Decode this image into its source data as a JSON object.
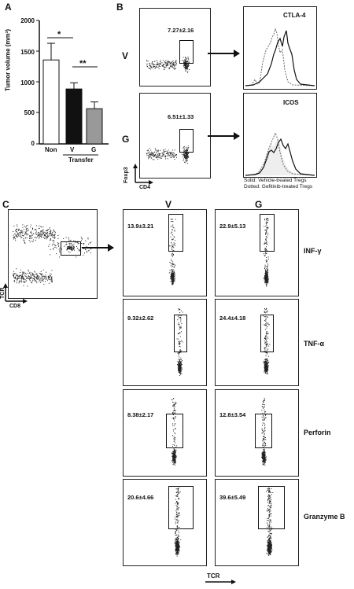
{
  "panel_a": {
    "label": "A",
    "ylabel": "Tumor volume (mm³)",
    "yticks": [
      "2000",
      "1500",
      "1000",
      "500",
      "0"
    ],
    "sig1": "*",
    "sig2": "**",
    "transfer_label": "Transfer",
    "chart_data": {
      "type": "bar",
      "categories": [
        "Non",
        "V",
        "G"
      ],
      "values": [
        1360,
        890,
        570
      ],
      "errors": [
        270,
        100,
        110
      ],
      "ylim": [
        0,
        2000
      ],
      "colors": [
        "#ffffff",
        "#111111",
        "#999999"
      ]
    }
  },
  "panel_b": {
    "label": "B",
    "row_v": "V",
    "row_g": "G",
    "stat_v": "7.27±2.16",
    "stat_g": "6.51±1.33",
    "hist1_title": "CTLA-4",
    "hist2_title": "ICOS",
    "yaxis": "Foxp3",
    "xaxis": "CD4",
    "legend_solid": "Solid: Vehicle-treated Tregs",
    "legend_dotted": "Dotted: Gefitinib-treated Tregs"
  },
  "panel_c": {
    "label": "C",
    "col_v": "V",
    "col_g": "G",
    "left_yaxis": "TCR",
    "left_xaxis": "CD8",
    "bottom_xaxis": "TCR",
    "rows": [
      {
        "name": "INF-γ",
        "v": "13.9±3.21",
        "g": "22.9±5.13"
      },
      {
        "name": "TNF-α",
        "v": "9.32±2.62",
        "g": "24.4±4.18"
      },
      {
        "name": "Perforin",
        "v": "8.38±2.17",
        "g": "12.8±3.54"
      },
      {
        "name": "Granzyme B",
        "v": "20.6±4.66",
        "g": "39.6±5.49"
      }
    ]
  }
}
